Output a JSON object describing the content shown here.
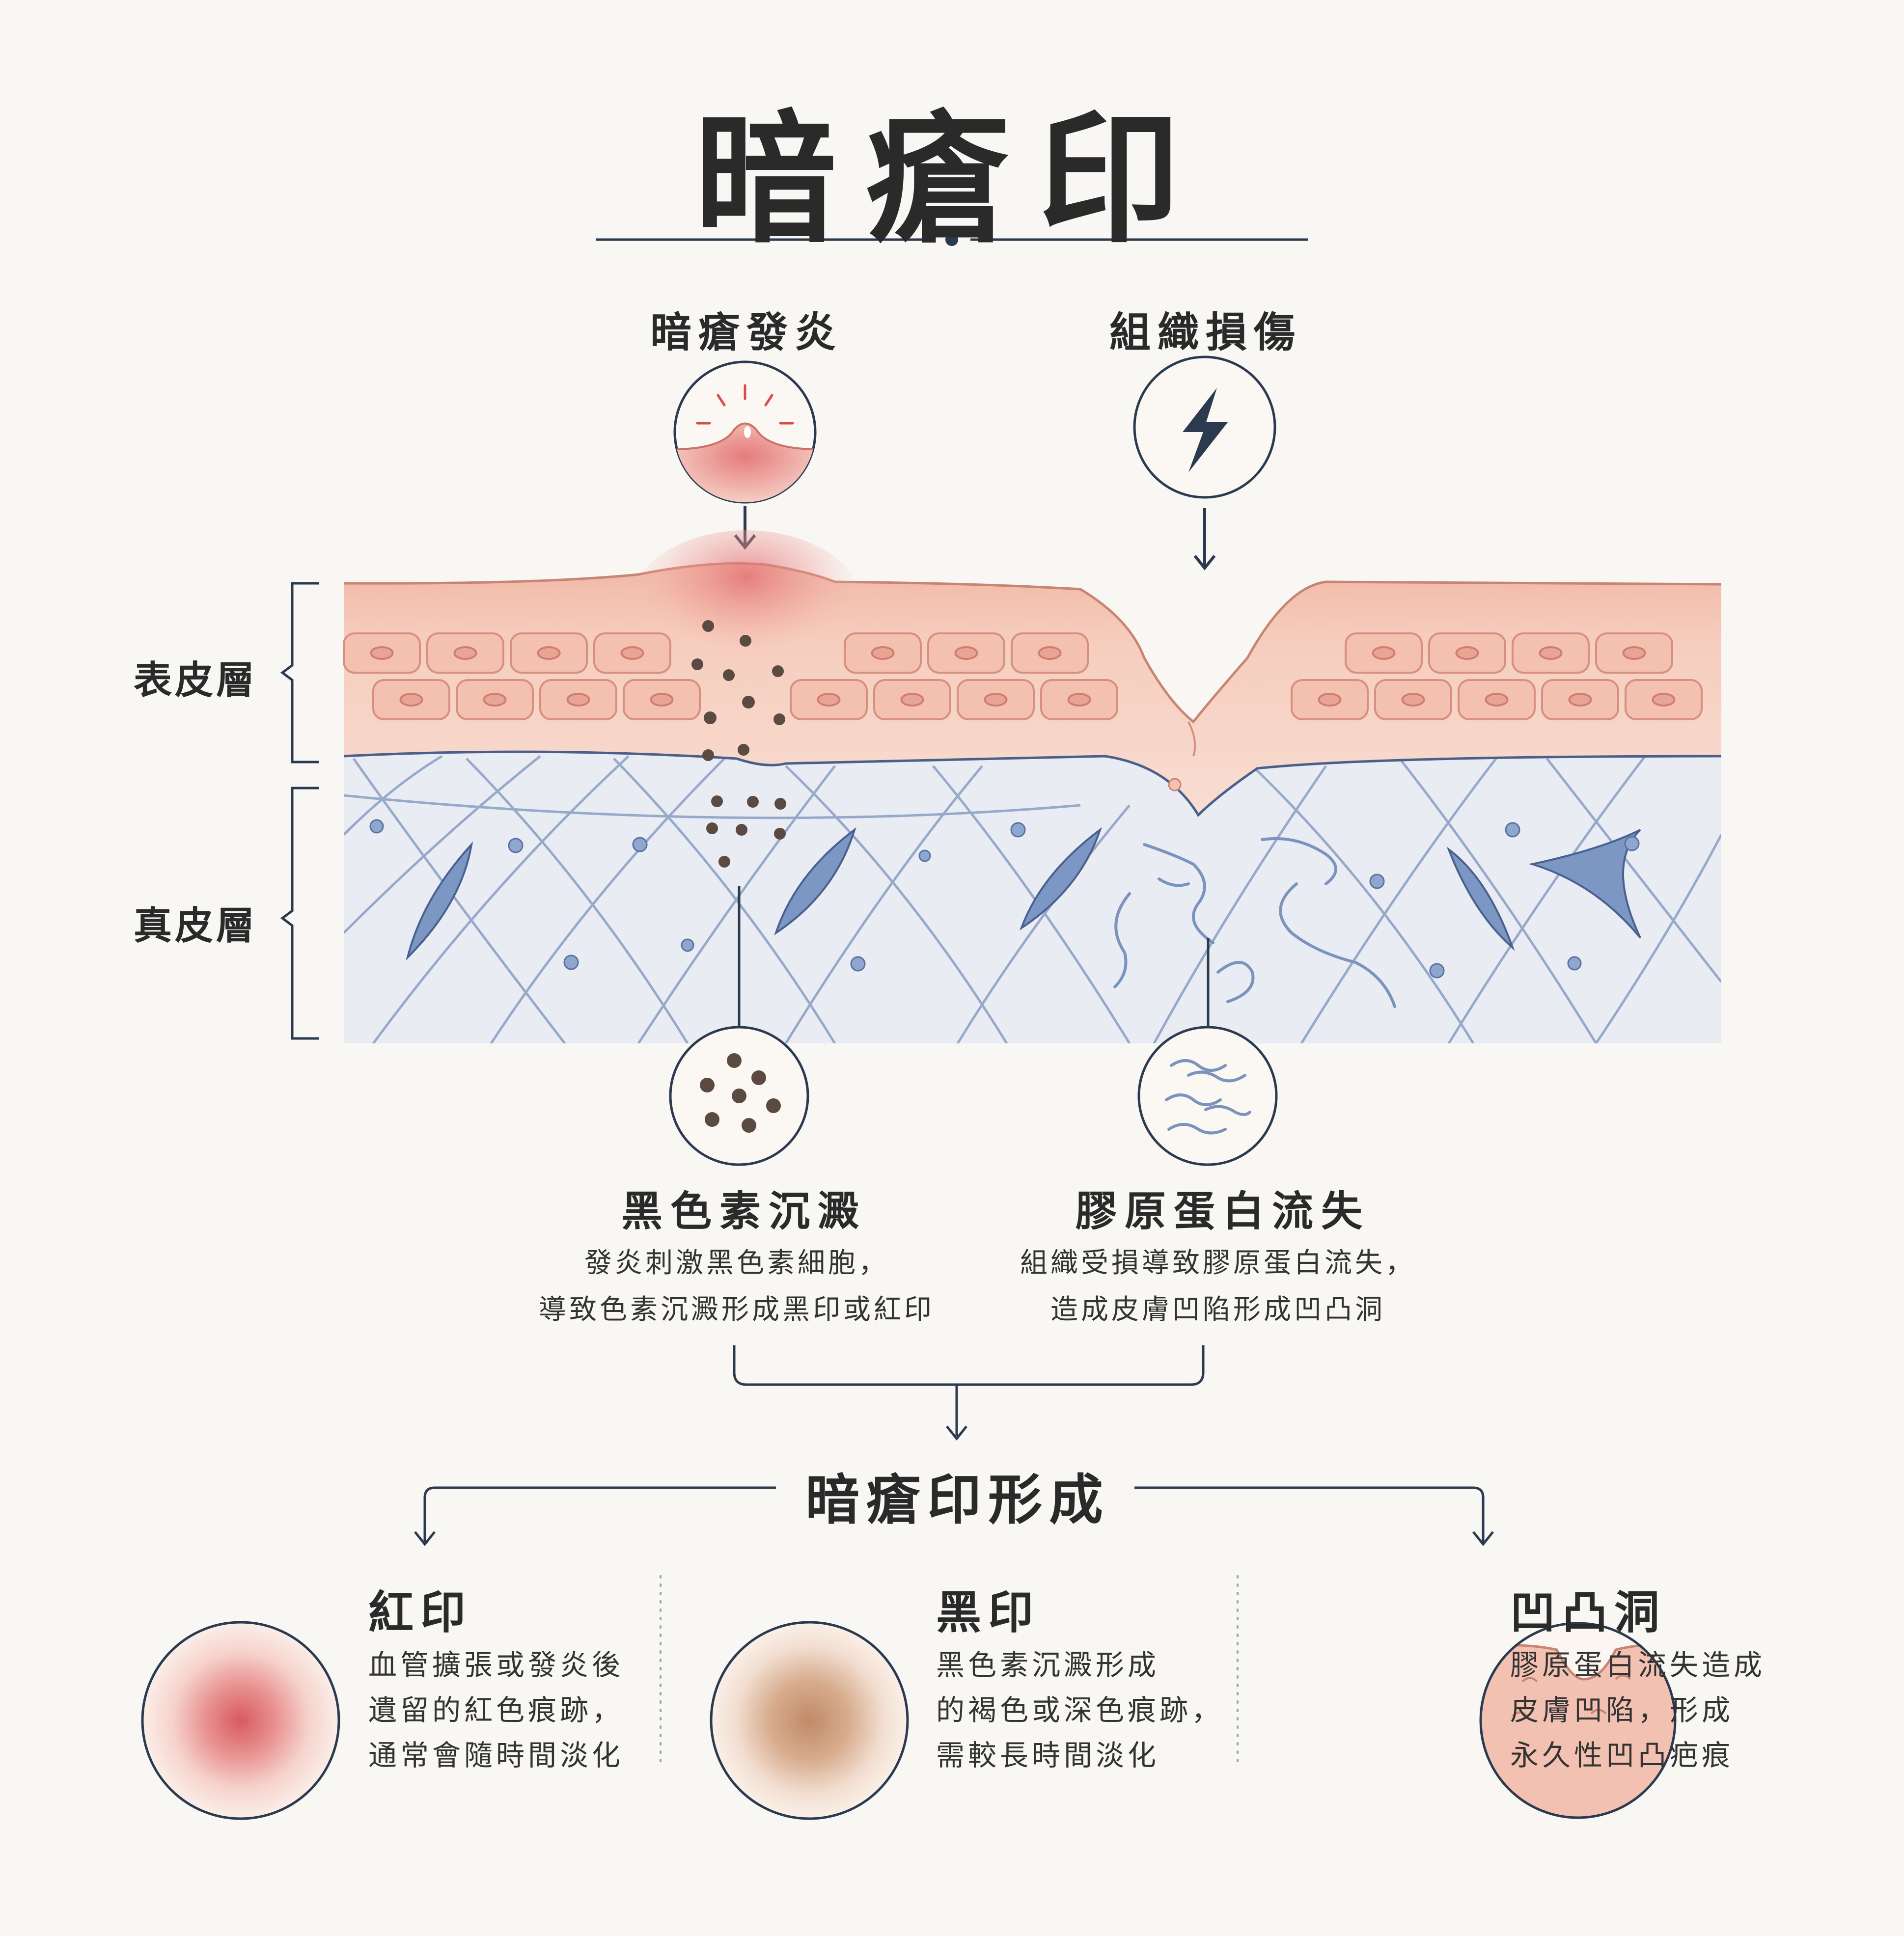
{
  "title": "暗瘡印",
  "colors": {
    "navy": "#2b3a4f",
    "inflamed_red": "#e27d7d",
    "epidermis_pink": "#f2c3b3",
    "dermis_blue": "#e8ecf2",
    "fiber_blue": "#7b93bd",
    "melanin_brown": "#5a4a42",
    "background": "#f8f7f4"
  },
  "causes": [
    {
      "label": "暗瘡發炎",
      "icon": "inflamed-pimple-icon"
    },
    {
      "label": "組織損傷",
      "icon": "lightning-icon"
    }
  ],
  "layers": {
    "epidermis": "表皮層",
    "dermis": "真皮層"
  },
  "mechanisms": [
    {
      "title": "黑色素沉澱",
      "icon": "melanin-dots-icon",
      "line1": "發炎刺激黑色素細胞，",
      "line2": "導致色素沉澱形成黑印或紅印"
    },
    {
      "title": "膠原蛋白流失",
      "icon": "wavy-fibers-icon",
      "line1": "組織受損導致膠原蛋白流失，",
      "line2": "造成皮膚凹陷形成凹凸洞"
    }
  ],
  "result": "暗瘡印形成",
  "types": [
    {
      "title": "紅印",
      "icon": "red-mark-icon",
      "line1": "血管擴張或發炎後",
      "line2": "遺留的紅色痕跡，",
      "line3": "通常會隨時間淡化"
    },
    {
      "title": "黑印",
      "icon": "dark-mark-icon",
      "line1": "黑色素沉澱形成",
      "line2": "的褐色或深色痕跡，",
      "line3": "需較長時間淡化"
    },
    {
      "title": "凹凸洞",
      "icon": "pitted-scar-icon",
      "line1": "膠原蛋白流失造成",
      "line2": "皮膚凹陷，形成",
      "line3": "永久性凹凸疤痕"
    }
  ]
}
